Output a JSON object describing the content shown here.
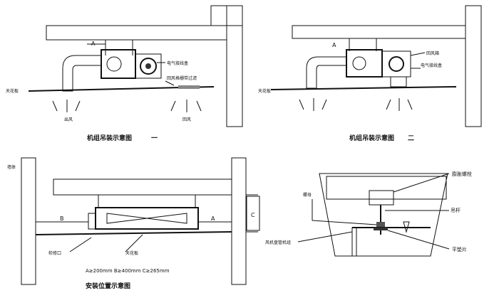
{
  "diagram1": {
    "caption": "机组吊装示意图",
    "caption_suffix": "一",
    "label_a": "A",
    "label_box": "电气接线盒",
    "label_filter": "回风格栅带过滤",
    "label_ceiling": "天花板",
    "label_out": "出风",
    "label_return": "回风"
  },
  "diagram2": {
    "caption": "机组吊装示意图",
    "caption_suffix": "二",
    "label_a": "A",
    "label_return": "回风箱",
    "label_box": "电气接线盒",
    "label_ceiling": "天花板"
  },
  "diagram3": {
    "caption": "安装位置示意图",
    "label_wall": "墙体",
    "label_access": "检修口",
    "label_ceiling": "天花板",
    "label_a": "A",
    "label_b": "B",
    "label_c": "C",
    "dims": "A≥200mm  B≥400mm  C≥265mm"
  },
  "diagram4": {
    "label_bolt": "膨胀螺栓",
    "label_nut": "螺母",
    "label_rod": "吊杆",
    "label_unit": "风机盘管机组",
    "label_washer": "平垫片"
  }
}
